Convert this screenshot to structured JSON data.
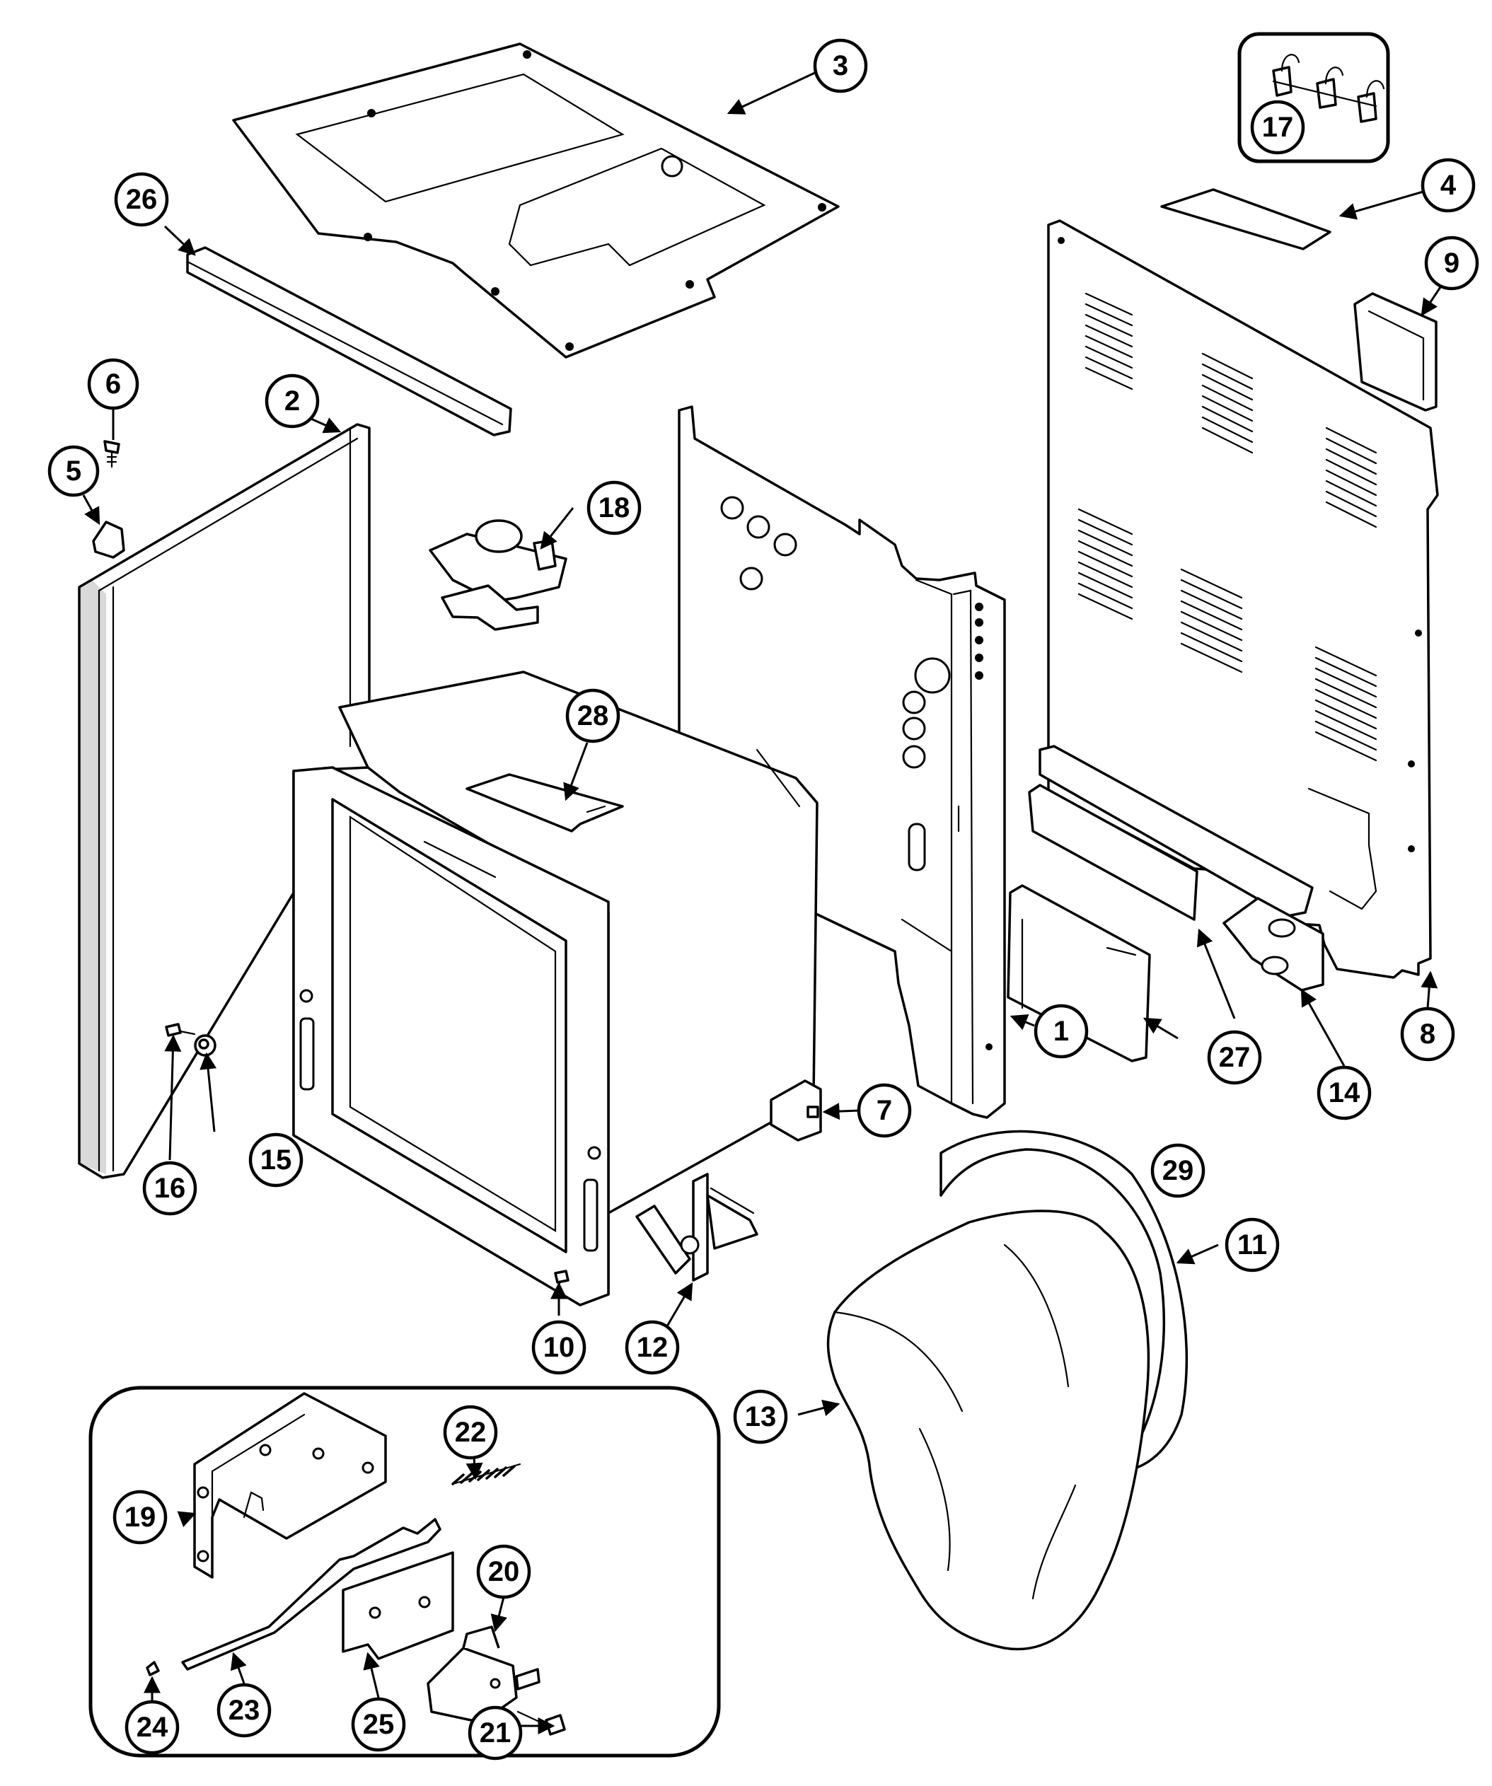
{
  "callouts": {
    "c1": "1",
    "c2": "2",
    "c3": "3",
    "c4": "4",
    "c5": "5",
    "c6": "6",
    "c7": "7",
    "c8": "8",
    "c9": "9",
    "c10": "10",
    "c11": "11",
    "c12": "12",
    "c13": "13",
    "c14": "14",
    "c15": "15",
    "c16": "16",
    "c17": "17",
    "c18": "18",
    "c19": "19",
    "c20": "20",
    "c21": "21",
    "c22": "22",
    "c23": "23",
    "c24": "24",
    "c25": "25",
    "c26": "26",
    "c27": "27",
    "c28": "28",
    "c29": "29"
  },
  "colors": {
    "line": "#000000",
    "background": "#ffffff"
  }
}
